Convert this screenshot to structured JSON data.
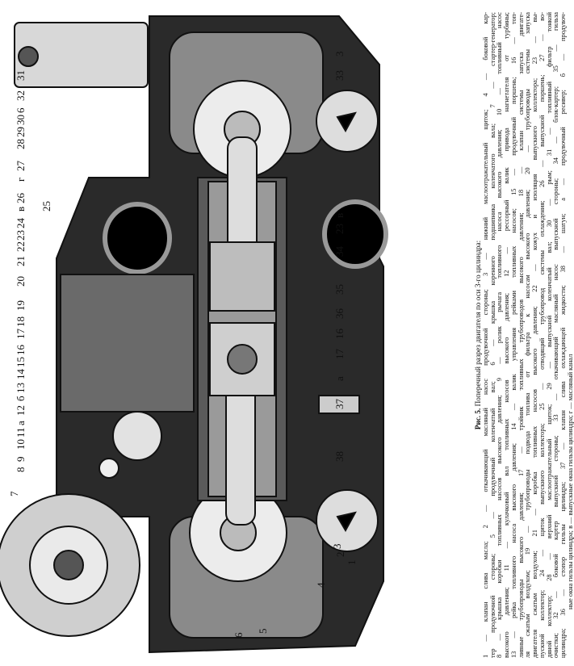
{
  "figure": {
    "labels_left": [
      "31",
      "32",
      "6",
      "30",
      "29",
      "28",
      "27",
      "г",
      "25",
      "26",
      "в",
      "24",
      "23",
      "22",
      "21",
      "20",
      "19",
      "18",
      "17",
      "16",
      "15",
      "14",
      "13",
      "б",
      "12",
      "а",
      "11",
      "10",
      "9",
      "8",
      "7"
    ],
    "labels_right": [
      "3",
      "33",
      "в",
      "23",
      "34",
      "35",
      "36",
      "16",
      "17",
      "а",
      "37",
      "38",
      "3",
      "2",
      "1",
      "4",
      "5",
      "6"
    ]
  },
  "caption": {
    "figure_number": "Рис. 5.",
    "title": "Поперечный разрез двигателя по оси 3-го цилиндра:",
    "lines": [
      "1 — клапан слива масла; 2 — откачивающий масляный насос продувочной стороны; 3 — нижний маслоотражательный щиток; 4 — боковой кар-",
      "тер продувочной стороны; 5 — продувочный коленчатый вал; 6 — крышка коренного подшипника коленчатого вала; 7 — стартер-генератор;",
      "8 — крышка коробки топливных насосов высокого давления; 9 — ролик рычага топливного насоса высокого давления; 10 — топливный насос",
      "высокого давления; 11 — кулачковый вал топливных насосов высокого давления; 12 — рессорный валик привода нагнетателя от турбины;",
      "13 — рейка топливного насоса высокого давления; 14 — валик управления рейками топливных насосов; 15 — продувочный поршень; 16 — топ-",
      "ливные трубопроводы высокого давления; 17 — тройник топливных трубопроводов высокого давления; 18 — клапан системы запуска двигате-",
      "ля сжатым воздухом; 19 — трубопроводы подвода топлива от фильтра к насосам высокого давления; 20 — трубопроводы системы запуска",
      "двигателя сжатым воздухом; 21 — коробка топливных насосов высокого давления; 22 — кожух и изоляция выпускного коллектора; 23 — вы-",
      "пускной коллектор; 24 — щиток выпускного коллектора; 25 — отводящий трубопровод системы охлаждения; 26 — выпускной поршень; 27 — во-",
      "дяной коллектор; 28 — верхний маслоотражательный щиток; 29 — выпускной коленчатый вал; 30 — рым; 31 — топливный фильтр тонкой",
      "очистки; 32 — боковой картер выпускной стороны; 33 — откачивающий масляный насос выпускной стороны; 34 — блок-картер; 35 — гильза",
      "цилиндра; 36 — стопор гильзы цилиндра; 37 — клапан слива охлаждающей жидкости; 38 — шатун; а — продувочный ресивер; б — продувоч-",
      "ные окна гильзы цилиндра; в — выпускные окна гильзы цилиндра; г — масляный канал"
    ]
  }
}
